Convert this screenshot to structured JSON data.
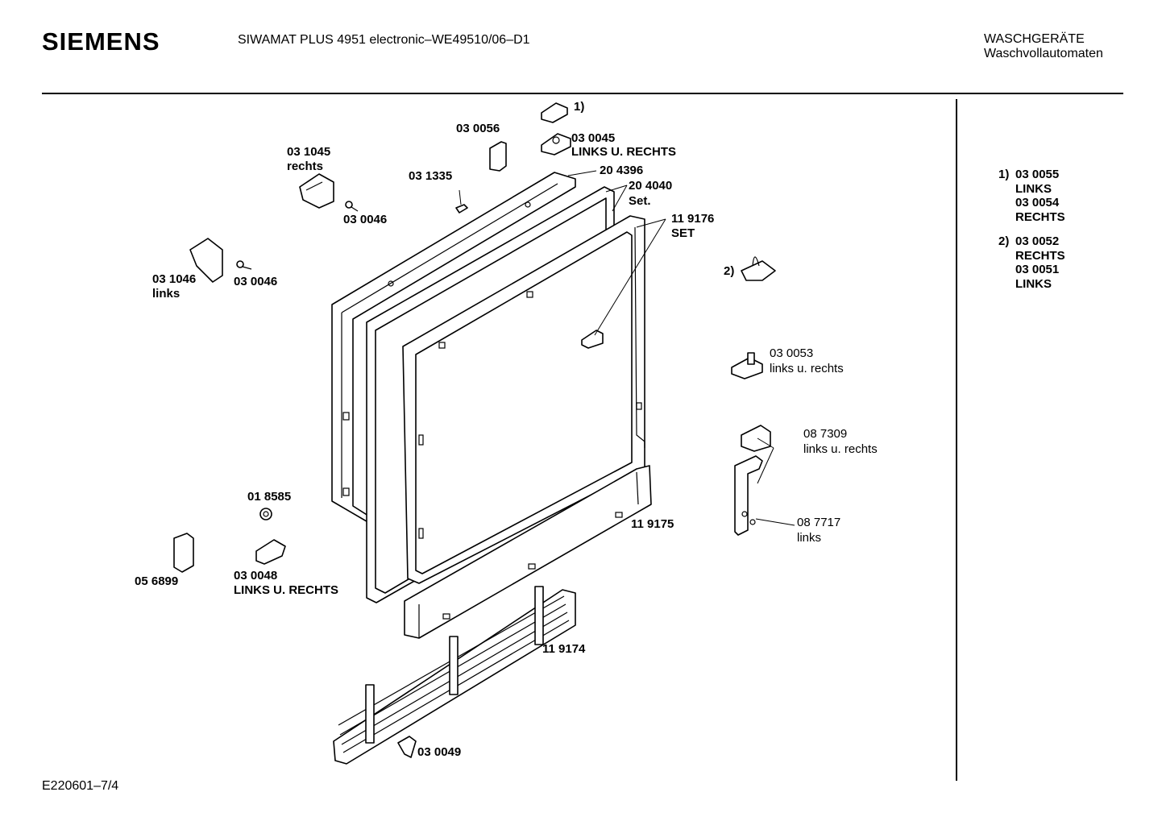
{
  "header": {
    "brand": "SIEMENS",
    "model": "SIWAMAT PLUS 4951 electronic–WE49510/06–D1",
    "category_line1": "WASCHGERÄTE",
    "category_line2": "Waschvollautomaten"
  },
  "footer": {
    "doc_ref": "E220601–7/4"
  },
  "parts": {
    "p_ref1": "1)",
    "p_030056": "03 0056",
    "p_030045": "03 0045",
    "p_030045_note": "LINKS U. RECHTS",
    "p_031045": "03 1045",
    "p_031045_note": "rechts",
    "p_031335": "03 1335",
    "p_204396": "20 4396",
    "p_204040": "20 4040",
    "p_204040_note": "Set.",
    "p_030046_a": "03 0046",
    "p_119176": "11 9176",
    "p_119176_note": "SET",
    "p_031046": "03 1046",
    "p_031046_note": "links",
    "p_030046_b": "03 0046",
    "p_ref2": "2)",
    "p_030053": "03 0053",
    "p_030053_note": "links u. rechts",
    "p_087309": "08 7309",
    "p_087309_note": "links u. rechts",
    "p_018585": "01 8585",
    "p_119175": "11 9175",
    "p_087717": "08 7717",
    "p_087717_note": "links",
    "p_056899": "05 6899",
    "p_030048": "03 0048",
    "p_030048_note": "LINKS U. RECHTS",
    "p_119174": "11 9174",
    "p_030049": "03 0049"
  },
  "notes": {
    "n1_ref": "1)",
    "n1_a": "03 0055",
    "n1_a_side": "LINKS",
    "n1_b": "03 0054",
    "n1_b_side": "RECHTS",
    "n2_ref": "2)",
    "n2_a": "03 0052",
    "n2_a_side": "RECHTS",
    "n2_b": "03 0051",
    "n2_b_side": "LINKS"
  }
}
